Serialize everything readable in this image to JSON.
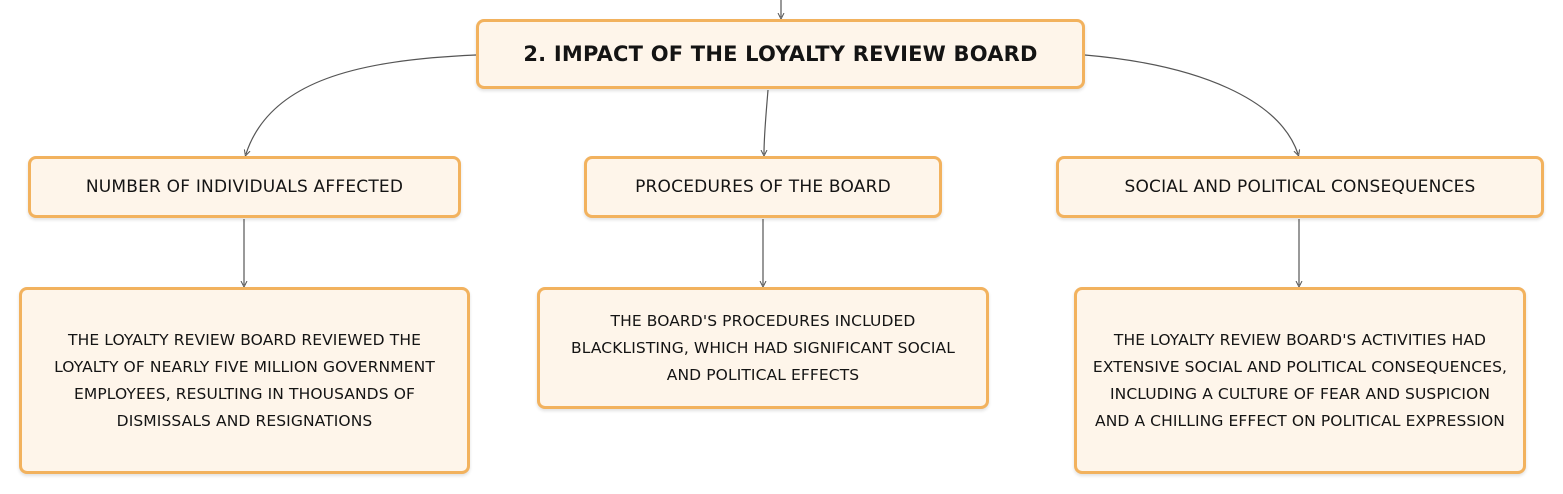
{
  "root": {
    "label": "2. IMPACT OF THE LOYALTY REVIEW BOARD"
  },
  "topics": [
    {
      "label": "NUMBER OF INDIVIDUALS AFFECTED",
      "detail": "THE LOYALTY REVIEW BOARD REVIEWED THE LOYALTY OF NEARLY FIVE MILLION GOVERNMENT EMPLOYEES, RESULTING IN THOUSANDS OF DISMISSALS AND RESIGNATIONS"
    },
    {
      "label": "PROCEDURES OF THE BOARD",
      "detail": "THE BOARD'S PROCEDURES INCLUDED BLACKLISTING, WHICH HAD SIGNIFICANT SOCIAL AND POLITICAL EFFECTS"
    },
    {
      "label": "SOCIAL AND POLITICAL CONSEQUENCES",
      "detail": "THE LOYALTY REVIEW BOARD'S ACTIVITIES HAD EXTENSIVE SOCIAL AND POLITICAL CONSEQUENCES, INCLUDING A CULTURE OF FEAR AND SUSPICION AND A CHILLING EFFECT ON POLITICAL EXPRESSION"
    }
  ],
  "colors": {
    "node_fill": "#fef5ea",
    "node_border": "#f2b25e",
    "connector": "#555555",
    "text": "#141414"
  }
}
